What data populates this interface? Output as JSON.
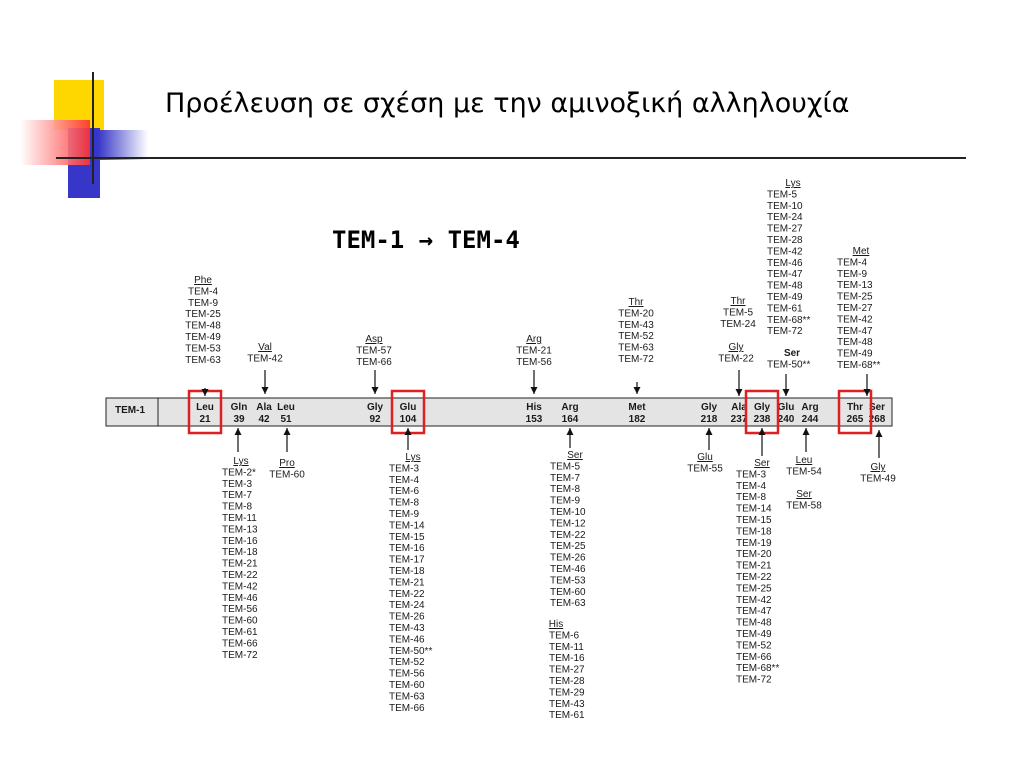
{
  "title": "Προέλευση σε σχέση με την αμινοξική αλληλουχία",
  "subtitle": "TEM-1 → TEM-4",
  "colors": {
    "yellow": "#ffd700",
    "blue": "#3636c8",
    "red": "#ff3030",
    "highlight": "#e02020",
    "bar": "#e4e4e4"
  },
  "diagram": {
    "bar_label": "TEM-1",
    "positions": [
      {
        "aa": "Leu",
        "pos": "21"
      },
      {
        "aa": "Gln",
        "pos": "39"
      },
      {
        "aa": "Ala",
        "pos": "42"
      },
      {
        "aa": "Leu",
        "pos": "51"
      },
      {
        "aa": "Gly",
        "pos": "92"
      },
      {
        "aa": "Glu",
        "pos": "104"
      },
      {
        "aa": "His",
        "pos": "153"
      },
      {
        "aa": "Arg",
        "pos": "164"
      },
      {
        "aa": "Met",
        "pos": "182"
      },
      {
        "aa": "Gly",
        "pos": "218"
      },
      {
        "aa": "Ala",
        "pos": "237"
      },
      {
        "aa": "Gly",
        "pos": "238"
      },
      {
        "aa": "Glu",
        "pos": "240"
      },
      {
        "aa": "Arg",
        "pos": "244"
      },
      {
        "aa": "Thr",
        "pos": "265"
      },
      {
        "aa": "Ser",
        "pos": "268"
      }
    ],
    "highlighted": [
      "21",
      "104",
      "238",
      "265"
    ],
    "above": [
      {
        "pos": "21",
        "header": "Phe",
        "variants": [
          "TEM-4",
          "TEM-9",
          "TEM-25",
          "TEM-48",
          "TEM-49",
          "TEM-53",
          "TEM-63"
        ]
      },
      {
        "pos": "42",
        "header": "Val",
        "variants": [
          "TEM-42"
        ]
      },
      {
        "pos": "92",
        "header": "Asp",
        "variants": [
          "TEM-57",
          "TEM-66"
        ]
      },
      {
        "pos": "153",
        "header": "Arg",
        "variants": [
          "TEM-21",
          "TEM-56"
        ]
      },
      {
        "pos": "182",
        "header": "Thr",
        "variants": [
          "TEM-20",
          "TEM-43",
          "TEM-52",
          "TEM-63",
          "TEM-72"
        ]
      },
      {
        "pos": "237a",
        "header": "Thr",
        "variants": [
          "TEM-5",
          "TEM-24"
        ]
      },
      {
        "pos": "237b",
        "header": "Gly",
        "variants": [
          "TEM-22"
        ]
      },
      {
        "pos": "240a",
        "header": "Lys",
        "variants": [
          "TEM-5",
          "TEM-10",
          "TEM-24",
          "TEM-27",
          "TEM-28",
          "TEM-42",
          "TEM-46",
          "TEM-47",
          "TEM-48",
          "TEM-49",
          "TEM-61",
          "TEM-68**",
          "TEM-72"
        ]
      },
      {
        "pos": "240b",
        "header": "Ser",
        "variants": [
          "TEM-50**"
        ]
      },
      {
        "pos": "265",
        "header": "Met",
        "variants": [
          "TEM-4",
          "TEM-9",
          "TEM-13",
          "TEM-25",
          "TEM-27",
          "TEM-42",
          "TEM-47",
          "TEM-48",
          "TEM-49",
          "TEM-68**"
        ]
      }
    ],
    "below": [
      {
        "pos": "39",
        "header": "Lys",
        "variants": [
          "TEM-2*",
          "TEM-3",
          "TEM-7",
          "TEM-8",
          "TEM-11",
          "TEM-13",
          "TEM-16",
          "TEM-18",
          "TEM-21",
          "TEM-22",
          "TEM-42",
          "TEM-46",
          "TEM-56",
          "TEM-60",
          "TEM-61",
          "TEM-66",
          "TEM-72"
        ]
      },
      {
        "pos": "51",
        "header": "Pro",
        "variants": [
          "TEM-60"
        ]
      },
      {
        "pos": "104",
        "header": "Lys",
        "variants": [
          "TEM-3",
          "TEM-4",
          "TEM-6",
          "TEM-8",
          "TEM-9",
          "TEM-14",
          "TEM-15",
          "TEM-16",
          "TEM-17",
          "TEM-18",
          "TEM-21",
          "TEM-22",
          "TEM-24",
          "TEM-26",
          "TEM-43",
          "TEM-46",
          "TEM-50**",
          "TEM-52",
          "TEM-56",
          "TEM-60",
          "TEM-63",
          "TEM-66"
        ]
      },
      {
        "pos": "164a",
        "header": "Ser",
        "variants": [
          "TEM-5",
          "TEM-7",
          "TEM-8",
          "TEM-9",
          "TEM-10",
          "TEM-12",
          "TEM-22",
          "TEM-25",
          "TEM-26",
          "TEM-46",
          "TEM-53",
          "TEM-60",
          "TEM-63"
        ]
      },
      {
        "pos": "164b",
        "header": "His",
        "variants": [
          "TEM-6",
          "TEM-11",
          "TEM-16",
          "TEM-27",
          "TEM-28",
          "TEM-29",
          "TEM-43",
          "TEM-61"
        ]
      },
      {
        "pos": "218",
        "header": "Glu",
        "variants": [
          "TEM-55"
        ]
      },
      {
        "pos": "238",
        "header": "Ser",
        "variants": [
          "TEM-3",
          "TEM-4",
          "TEM-8",
          "TEM-14",
          "TEM-15",
          "TEM-18",
          "TEM-19",
          "TEM-20",
          "TEM-21",
          "TEM-22",
          "TEM-25",
          "TEM-42",
          "TEM-47",
          "TEM-48",
          "TEM-49",
          "TEM-52",
          "TEM-66",
          "TEM-68**",
          "TEM-72"
        ]
      },
      {
        "pos": "244a",
        "header": "Leu",
        "variants": [
          "TEM-54"
        ]
      },
      {
        "pos": "244b",
        "header": "Ser",
        "variants": [
          "TEM-58"
        ]
      },
      {
        "pos": "268",
        "header": "Gly",
        "variants": [
          "TEM-49"
        ]
      }
    ]
  }
}
